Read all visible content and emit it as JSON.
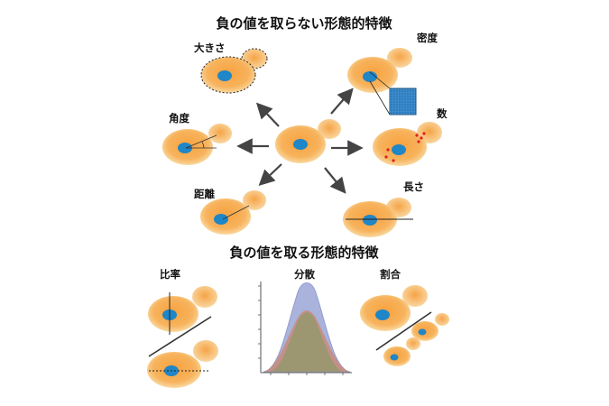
{
  "figure": {
    "title_nonneg": "負の値を取らない形態的特徴",
    "title_neg": "負の値を取る形態的特徴",
    "labels": {
      "size": "大きさ",
      "density": "密度",
      "angle": "角度",
      "count": "数",
      "distance": "距離",
      "length": "長さ",
      "ratio": "比率",
      "variance": "分散",
      "proportion": "割合"
    },
    "plus_sign": "+"
  },
  "colors": {
    "cell_fill": "#f7b35d",
    "cell_edge": "#f4d08a",
    "nucleus": "#1f86c7",
    "arrow": "#444444",
    "dots": "#e02020",
    "dist_blue": "#9aa6d6",
    "dist_red": "#c98a7a",
    "dist_green": "#8f9a6a"
  }
}
